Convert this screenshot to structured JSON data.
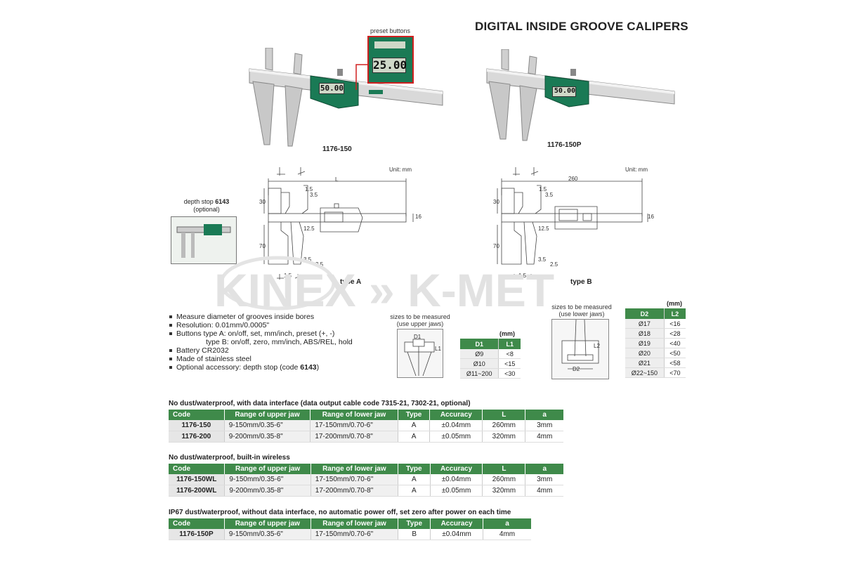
{
  "title": "DIGITAL INSIDE GROOVE CALIPERS",
  "models": {
    "a": "1176-150",
    "b": "1176-150P"
  },
  "preset_label": "preset buttons",
  "lcd": {
    "a": "50.00",
    "preset": "25.00",
    "b": "50.00"
  },
  "unit_label": "Unit: mm",
  "type_a_dims": {
    "L": "L",
    "d1": "1.5",
    "d2": "3.5",
    "d3": "30",
    "d4": "16",
    "d5": "12.5",
    "d6": "70",
    "d7": "3.5",
    "d8": "2.5",
    "d9": "1.5"
  },
  "type_b_dims": {
    "L": "260",
    "d1": "1.5",
    "d2": "3.5",
    "d3": "30",
    "d4": "16",
    "d5": "12.5",
    "d6": "70",
    "d7": "3.5",
    "d8": "2.5",
    "d9": "1.5"
  },
  "type_a": "type A",
  "type_b": "type B",
  "depth_stop": {
    "line1": "depth stop ",
    "code": "6143",
    "line2": "(optional)"
  },
  "watermark": "KINEX » K-MET",
  "features": [
    "Measure diameter of grooves inside bores",
    "Resolution: 0.01mm/0.0005\"",
    "Buttons type A: on/off, set, mm/inch, preset (+, -)"
  ],
  "feature_sub": "type B: on/off, zero, mm/inch, ABS/REL, hold",
  "features2": [
    "Battery CR2032",
    "Made of stainless steel"
  ],
  "feature_opt": {
    "text": "Optional accessory: depth stop (code ",
    "code": "6143",
    "end": ")"
  },
  "upper_diag": {
    "line1": "sizes to be measured",
    "line2": "(use upper jaws)",
    "d": "D1",
    "l": "L1"
  },
  "lower_diag": {
    "line1": "sizes to be measured",
    "line2": "(use lower jaws)",
    "d": "D2",
    "l": "L2"
  },
  "mm": "(mm)",
  "table_d1": {
    "headers": [
      "D1",
      "L1"
    ],
    "rows": [
      [
        "Ø9",
        "<8"
      ],
      [
        "Ø10",
        "<15"
      ],
      [
        "Ø11~200",
        "<30"
      ]
    ]
  },
  "table_d2": {
    "headers": [
      "D2",
      "L2"
    ],
    "rows": [
      [
        "Ø17",
        "<16"
      ],
      [
        "Ø18",
        "<28"
      ],
      [
        "Ø19",
        "<40"
      ],
      [
        "Ø20",
        "<50"
      ],
      [
        "Ø21",
        "<58"
      ],
      [
        "Ø22~150",
        "<70"
      ]
    ]
  },
  "spec_headers": [
    "Code",
    "Range of upper jaw",
    "Range of lower jaw",
    "Type",
    "Accuracy",
    "L",
    "a"
  ],
  "spec_headers_p": [
    "Code",
    "Range of upper jaw",
    "Range of lower jaw",
    "Type",
    "Accuracy",
    "a"
  ],
  "sections": [
    {
      "title": "No dust/waterproof, with data interface (data output cable code 7315-21, 7302-21, optional)",
      "rows": [
        [
          "1176-150",
          "9-150mm/0.35-6\"",
          "17-150mm/0.70-6\"",
          "A",
          "±0.04mm",
          "260mm",
          "3mm"
        ],
        [
          "1176-200",
          "9-200mm/0.35-8\"",
          "17-200mm/0.70-8\"",
          "A",
          "±0.05mm",
          "320mm",
          "4mm"
        ]
      ]
    },
    {
      "title": "No dust/waterproof, built-in wireless",
      "rows": [
        [
          "1176-150WL",
          "9-150mm/0.35-6\"",
          "17-150mm/0.70-6\"",
          "A",
          "±0.04mm",
          "260mm",
          "3mm"
        ],
        [
          "1176-200WL",
          "9-200mm/0.35-8\"",
          "17-200mm/0.70-8\"",
          "A",
          "±0.05mm",
          "320mm",
          "4mm"
        ]
      ]
    },
    {
      "title": "IP67 dust/waterproof, without data interface, no automatic power off, set zero after power on each time",
      "rows": [
        [
          "1176-150P",
          "9-150mm/0.35-6\"",
          "17-150mm/0.70-6\"",
          "B",
          "±0.04mm",
          "4mm"
        ]
      ]
    }
  ],
  "colors": {
    "green": "#3f8a4a",
    "caliper_body": "#1a7a55",
    "preset_border": "#d02020"
  }
}
